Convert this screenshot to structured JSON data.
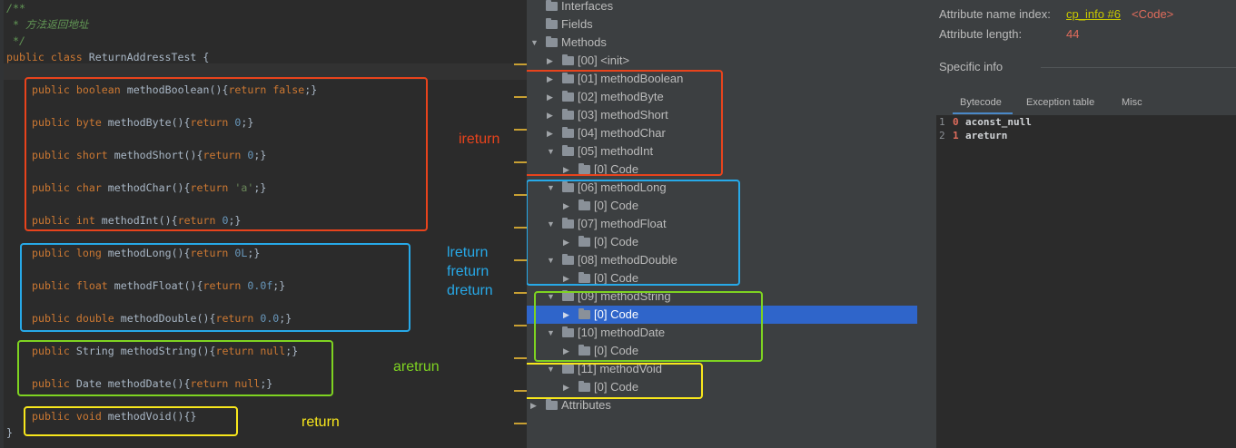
{
  "editor": {
    "comment_open": "/**",
    "comment_text": " * 方法返回地址",
    "comment_close": " */",
    "class_kw": "public class ",
    "class_name": "ReturnAddressTest",
    "class_open": " {",
    "close_brace": "}",
    "methods": [
      {
        "mod": "public ",
        "type": "boolean",
        "name": " methodBoolean",
        "open": "(){",
        "ret": "return ",
        "value": "false",
        "close": ";}"
      },
      {
        "mod": "public ",
        "type": "byte",
        "name": " methodByte",
        "open": "(){",
        "ret": "return ",
        "value": "0",
        "close": ";}"
      },
      {
        "mod": "public ",
        "type": "short",
        "name": " methodShort",
        "open": "(){",
        "ret": "return ",
        "value": "0",
        "close": ";}"
      },
      {
        "mod": "public ",
        "type": "char",
        "name": " methodChar",
        "open": "(){",
        "ret": "return ",
        "value": "'a'",
        "close": ";}"
      },
      {
        "mod": "public ",
        "type": "int",
        "name": " methodInt",
        "open": "(){",
        "ret": "return ",
        "value": "0",
        "close": ";}"
      },
      {
        "mod": "public ",
        "type": "long",
        "name": " methodLong",
        "open": "(){",
        "ret": "return ",
        "value": "0L",
        "close": ";}"
      },
      {
        "mod": "public ",
        "type": "float",
        "name": " methodFloat",
        "open": "(){",
        "ret": "return ",
        "value": "0.0f",
        "close": ";}"
      },
      {
        "mod": "public ",
        "type": "double",
        "name": " methodDouble",
        "open": "(){",
        "ret": "return ",
        "value": "0.0",
        "close": ";}"
      },
      {
        "mod": "public ",
        "type": "String",
        "name": " methodString",
        "open": "(){",
        "ret": "return ",
        "value": "null",
        "close": ";}"
      },
      {
        "mod": "public ",
        "type": "Date",
        "name": " methodDate",
        "open": "(){",
        "ret": "return ",
        "value": "null",
        "close": ";}"
      },
      {
        "mod": "public ",
        "type": "void",
        "name": " methodVoid",
        "open": "(){",
        "ret": "",
        "value": "",
        "close": "}"
      }
    ]
  },
  "annotations": {
    "ireturn": "ireturn",
    "lreturn": "lreturn",
    "freturn": "freturn",
    "dreturn": "dreturn",
    "aretrun": "aretrun",
    "return": "return",
    "colors": {
      "orange": "#e8431c",
      "blue": "#27a9e8",
      "green": "#7ed321",
      "yellow": "#f8e71c",
      "tick": "#c8a033"
    }
  },
  "tree": {
    "items": [
      {
        "label": "Interfaces",
        "arrow": ""
      },
      {
        "label": "Fields",
        "arrow": ""
      },
      {
        "label": "Methods",
        "arrow": "▼"
      },
      {
        "label": "[00] <init>",
        "arrow": "▶"
      },
      {
        "label": "[01] methodBoolean",
        "arrow": "▶"
      },
      {
        "label": "[02] methodByte",
        "arrow": "▶"
      },
      {
        "label": "[03] methodShort",
        "arrow": "▶"
      },
      {
        "label": "[04] methodChar",
        "arrow": "▶"
      },
      {
        "label": "[05] methodInt",
        "arrow": "▼"
      },
      {
        "label": "[0] Code",
        "arrow": "▶"
      },
      {
        "label": "[06] methodLong",
        "arrow": "▼"
      },
      {
        "label": "[0] Code",
        "arrow": "▶"
      },
      {
        "label": "[07] methodFloat",
        "arrow": "▼"
      },
      {
        "label": "[0] Code",
        "arrow": "▶"
      },
      {
        "label": "[08] methodDouble",
        "arrow": "▼"
      },
      {
        "label": "[0] Code",
        "arrow": "▶"
      },
      {
        "label": "[09] methodString",
        "arrow": "▼"
      },
      {
        "label": "[0] Code",
        "arrow": "▶"
      },
      {
        "label": "[10] methodDate",
        "arrow": "▼"
      },
      {
        "label": "[0] Code",
        "arrow": "▶"
      },
      {
        "label": "[11] methodVoid",
        "arrow": "▼"
      },
      {
        "label": "[0] Code",
        "arrow": "▶"
      },
      {
        "label": "Attributes",
        "arrow": "▶"
      }
    ],
    "selected_label": "[0] Code",
    "selection_color": "#2f65ca"
  },
  "info": {
    "name_index_label": "Attribute name index:",
    "name_index_link": "cp_info #6",
    "name_index_value": "<Code>",
    "length_label": "Attribute length:",
    "length_value": "44",
    "specific_info": "Specific info",
    "tabs": [
      "Bytecode",
      "Exception table",
      "Misc"
    ],
    "active_tab": "Bytecode",
    "bytecode": [
      {
        "line": "1",
        "offset": "0",
        "op": "aconst_null"
      },
      {
        "line": "2",
        "offset": "1",
        "op": "areturn"
      }
    ],
    "link_color": "#c8c800",
    "value_color": "#e06c5c"
  }
}
